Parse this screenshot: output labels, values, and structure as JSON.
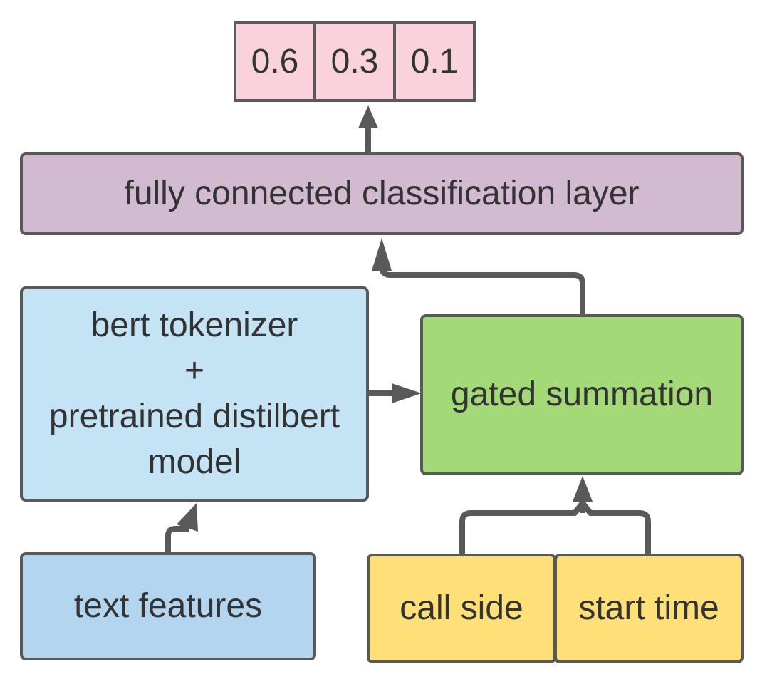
{
  "output_probabilities": [
    "0.6",
    "0.3",
    "0.1"
  ],
  "classification_layer": {
    "label": "fully connected classification layer",
    "color": "#d2bbd0"
  },
  "bert_block": {
    "line1": "bert tokenizer",
    "line2": "+",
    "line3": "pretrained distilbert",
    "line4": "model",
    "color": "#c4e4f6"
  },
  "gated_summation": {
    "label": "gated summation",
    "color": "#a4d977"
  },
  "text_features": {
    "label": "text features",
    "color": "#b3d5ef"
  },
  "call_side": {
    "label": "call side",
    "color": "#fedf78"
  },
  "start_time": {
    "label": "start time",
    "color": "#fedf78"
  },
  "colors": {
    "output_cell": "#f9d2dd",
    "border": "#595959",
    "text": "#333333"
  }
}
